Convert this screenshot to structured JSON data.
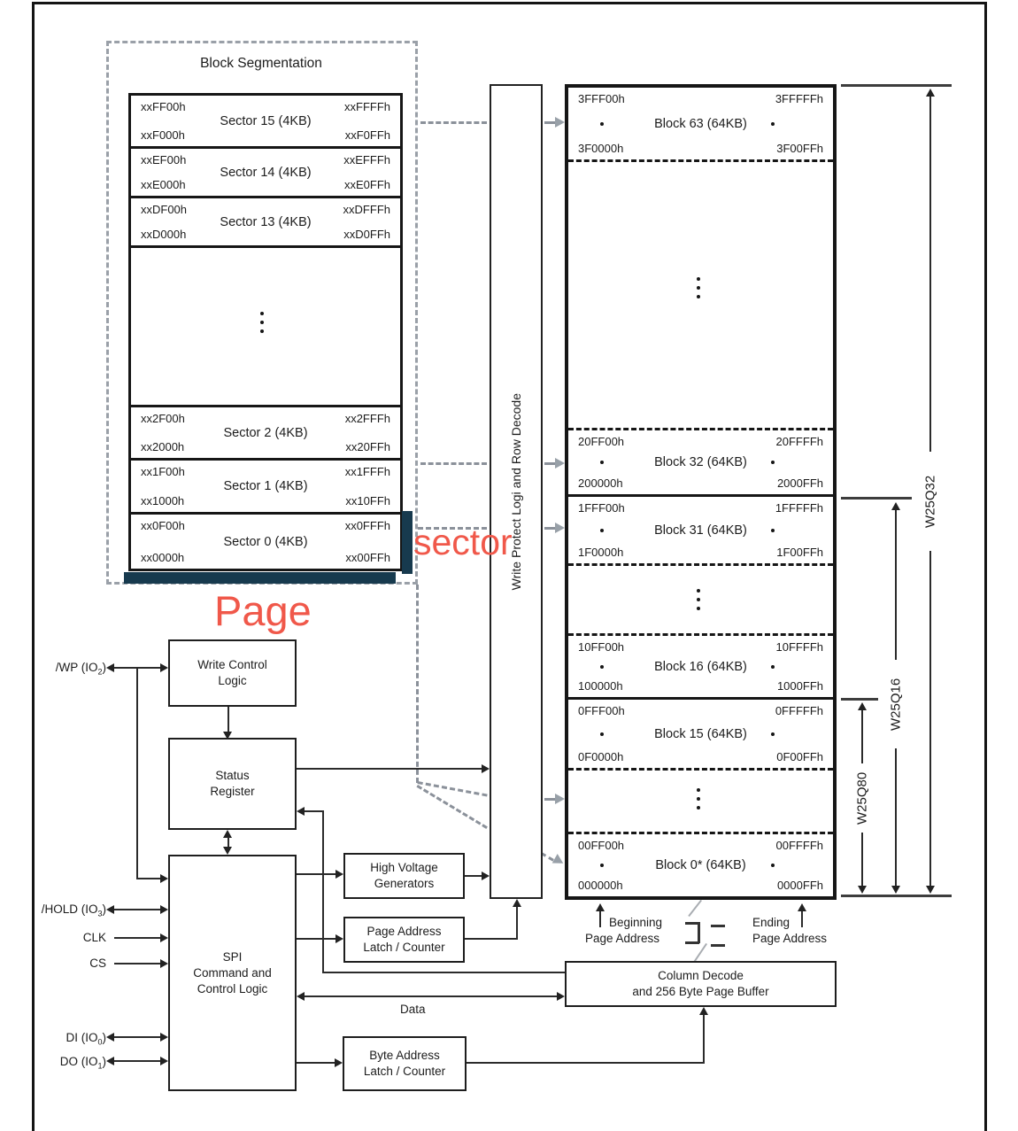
{
  "colors": {
    "accent_red": "#f0584a",
    "teal_bar": "#173a4e",
    "dashed_gray": "#8b919a"
  },
  "annotations": {
    "sector": "sector",
    "page": "Page"
  },
  "segmentation": {
    "title": "Block Segmentation",
    "sectors": [
      {
        "tl": "xxFF00h",
        "tr": "xxFFFFh",
        "label": "Sector 15 (4KB)",
        "bl": "xxF000h",
        "br": "xxF0FFh"
      },
      {
        "tl": "xxEF00h",
        "tr": "xxEFFFh",
        "label": "Sector 14 (4KB)",
        "bl": "xxE000h",
        "br": "xxE0FFh"
      },
      {
        "tl": "xxDF00h",
        "tr": "xxDFFFh",
        "label": "Sector 13 (4KB)",
        "bl": "xxD000h",
        "br": "xxD0FFh"
      },
      {
        "tl": "xx2F00h",
        "tr": "xx2FFFh",
        "label": "Sector 2 (4KB)",
        "bl": "xx2000h",
        "br": "xx20FFh"
      },
      {
        "tl": "xx1F00h",
        "tr": "xx1FFFh",
        "label": "Sector 1 (4KB)",
        "bl": "xx1000h",
        "br": "xx10FFh"
      },
      {
        "tl": "xx0F00h",
        "tr": "xx0FFFh",
        "label": "Sector 0 (4KB)",
        "bl": "xx0000h",
        "br": "xx00FFh"
      }
    ]
  },
  "decoder": {
    "label": "Write Protect Logi and Row Decode"
  },
  "memory": {
    "blocks": [
      {
        "tl": "3FFF00h",
        "tr": "3FFFFFh",
        "label": "Block 63 (64KB)",
        "bl": "3F0000h",
        "br": "3F00FFh"
      },
      {
        "tl": "20FF00h",
        "tr": "20FFFFh",
        "label": "Block 32 (64KB)",
        "bl": "200000h",
        "br": "2000FFh"
      },
      {
        "tl": "1FFF00h",
        "tr": "1FFFFFh",
        "label": "Block 31 (64KB)",
        "bl": "1F0000h",
        "br": "1F00FFh"
      },
      {
        "tl": "10FF00h",
        "tr": "10FFFFh",
        "label": "Block 16 (64KB)",
        "bl": "100000h",
        "br": "1000FFh"
      },
      {
        "tl": "0FFF00h",
        "tr": "0FFFFFh",
        "label": "Block 15 (64KB)",
        "bl": "0F0000h",
        "br": "0F00FFh"
      },
      {
        "tl": "00FF00h",
        "tr": "00FFFFh",
        "label": "Block 0* (64KB)",
        "bl": "000000h",
        "br": "0000FFh"
      }
    ]
  },
  "device_ranges": {
    "q32": "W25Q32",
    "q16": "W25Q16",
    "q80": "W25Q80"
  },
  "page_address": {
    "beginning_line1": "Beginning",
    "beginning_line2": "Page Address",
    "ending_line1": "Ending",
    "ending_line2": "Page Address"
  },
  "logic": {
    "write_control": {
      "line1": "Write Control",
      "line2": "Logic"
    },
    "status": {
      "line1": "Status",
      "line2": "Register"
    },
    "spi": {
      "line1": "SPI",
      "line2": "Command and",
      "line3": "Control Logic"
    },
    "hvg": {
      "line1": "High Voltage",
      "line2": "Generators"
    },
    "page_latch": {
      "line1": "Page Address",
      "line2": "Latch / Counter"
    },
    "byte_latch": {
      "line1": "Byte Address",
      "line2": "Latch / Counter"
    },
    "column_decode": {
      "line1": "Column Decode",
      "line2": "and 256 Byte Page Buffer"
    },
    "data_label": "Data"
  },
  "signals": {
    "wp": {
      "pre": "/WP (IO",
      "sub": "2",
      "post": ")"
    },
    "hold": {
      "pre": "/HOLD (IO",
      "sub": "3",
      "post": ")"
    },
    "clk": {
      "pre": "CLK",
      "sub": "",
      "post": ""
    },
    "cs": {
      "pre": "CS",
      "sub": "",
      "post": ""
    },
    "di": {
      "pre": "DI (IO",
      "sub": "0",
      "post": ")"
    },
    "do": {
      "pre": "DO (IO",
      "sub": "1",
      "post": ")"
    }
  }
}
